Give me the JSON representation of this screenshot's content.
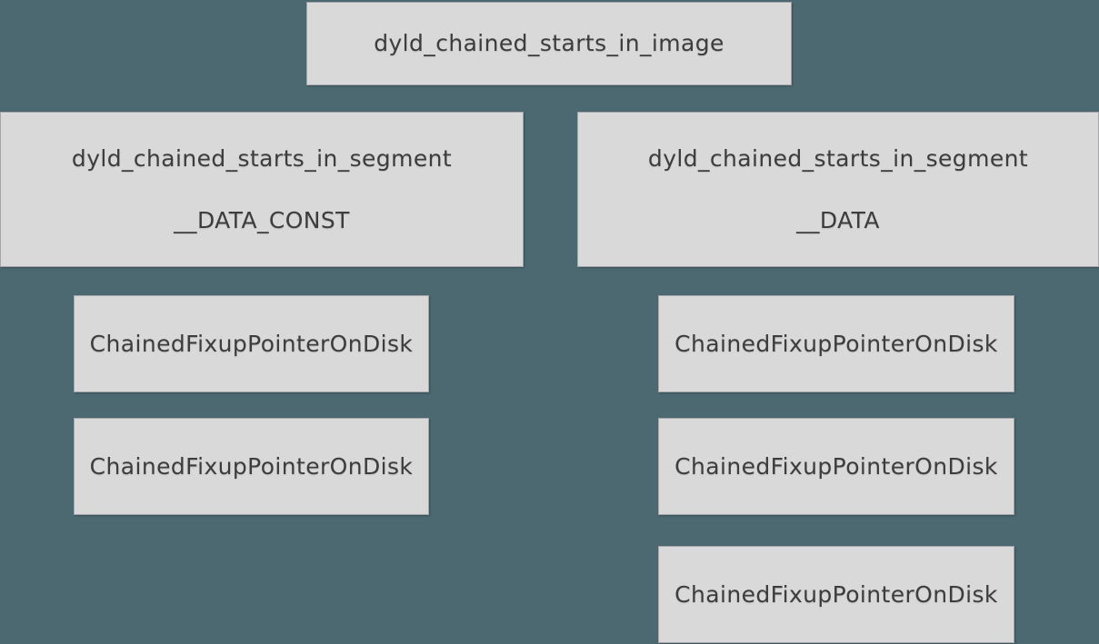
{
  "canvas": {
    "background_color": "#4c6971",
    "box_fill_color": "#d9d9d9",
    "box_border_color": "#a6a6aa",
    "text_color": "#3d3d3d"
  },
  "diagram": {
    "root": {
      "label": "dyld_chained_starts_in_image"
    },
    "segments": [
      {
        "title": "dyld_chained_starts_in_segment",
        "subtitle": "__DATA_CONST",
        "pointers": [
          "ChainedFixupPointerOnDisk",
          "ChainedFixupPointerOnDisk"
        ]
      },
      {
        "title": "dyld_chained_starts_in_segment",
        "subtitle": "__DATA",
        "pointers": [
          "ChainedFixupPointerOnDisk",
          "ChainedFixupPointerOnDisk",
          "ChainedFixupPointerOnDisk"
        ]
      }
    ]
  }
}
